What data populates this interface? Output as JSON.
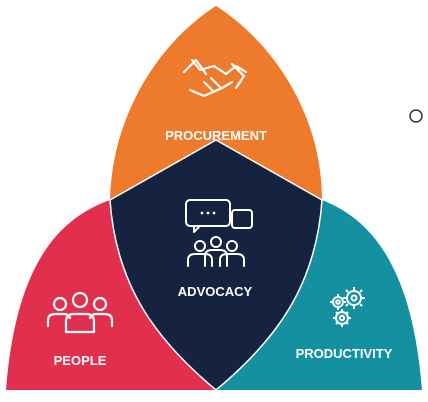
{
  "diagram": {
    "segments": [
      {
        "id": "procurement",
        "label": "PROCUREMENT",
        "color": "#EE7A2C",
        "icon": "handshake-icon"
      },
      {
        "id": "people",
        "label": "PEOPLE",
        "color": "#E0304E",
        "icon": "people-group-icon"
      },
      {
        "id": "productivity",
        "label": "PRODUCTIVITY",
        "color": "#1590A0",
        "icon": "gears-icon"
      }
    ],
    "center": {
      "label": "ADVOCACY",
      "color": "#152340",
      "icon": "discussion-group-icon"
    },
    "ring_color": "#FFFFFF",
    "decor_circle_color": "#333333"
  }
}
